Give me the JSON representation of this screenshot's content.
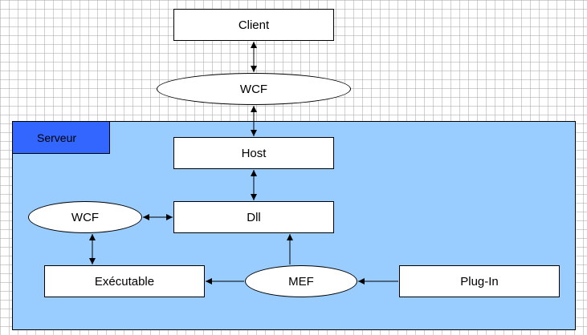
{
  "nodes": {
    "client": "Client",
    "wcf_top": "WCF",
    "server": "Serveur",
    "host": "Host",
    "dll": "Dll",
    "wcf_left": "WCF",
    "executable": "Exécutable",
    "mef": "MEF",
    "plugin": "Plug-In"
  },
  "colors": {
    "server_bg": "#99ccff",
    "server_tab": "#3366ff"
  }
}
